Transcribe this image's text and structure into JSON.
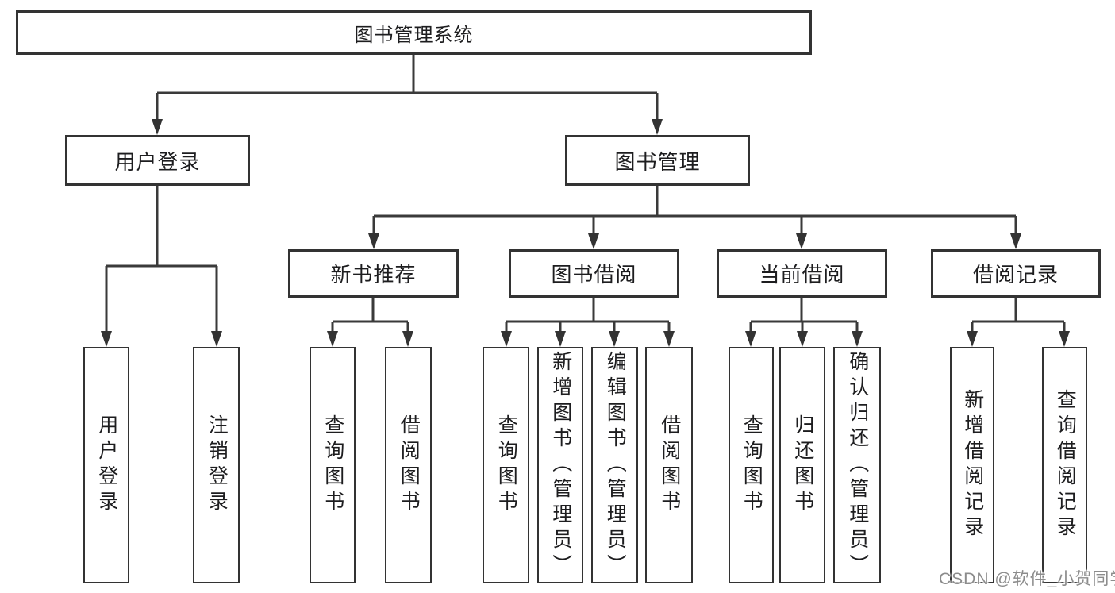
{
  "diagram": {
    "root": {
      "label": "图书管理系统"
    },
    "branches": [
      {
        "label": "用户登录",
        "children": [
          {
            "label": "用户登录"
          },
          {
            "label": "注销登录"
          }
        ]
      },
      {
        "label": "图书管理",
        "children": [
          {
            "label": "新书推荐",
            "children": [
              {
                "label": "查询图书"
              },
              {
                "label": "借阅图书"
              }
            ]
          },
          {
            "label": "图书借阅",
            "children": [
              {
                "label": "查询图书"
              },
              {
                "label": "新增图书（管理员）"
              },
              {
                "label": "编辑图书（管理员）"
              },
              {
                "label": "借阅图书"
              }
            ]
          },
          {
            "label": "当前借阅",
            "children": [
              {
                "label": "查询图书"
              },
              {
                "label": "归还图书"
              },
              {
                "label": "确认归还（管理员）"
              }
            ]
          },
          {
            "label": "借阅记录",
            "children": [
              {
                "label": "新增借阅记录"
              },
              {
                "label": "查询借阅记录"
              }
            ]
          }
        ]
      }
    ]
  },
  "watermark": {
    "text": "CSDN @软件_小贺同学"
  },
  "colors": {
    "background": "#ffffff",
    "box_border": "#333333",
    "connector_line": "#3a3a3a",
    "text": "#1d1d1f",
    "watermark_text": "#8c8c8c"
  }
}
